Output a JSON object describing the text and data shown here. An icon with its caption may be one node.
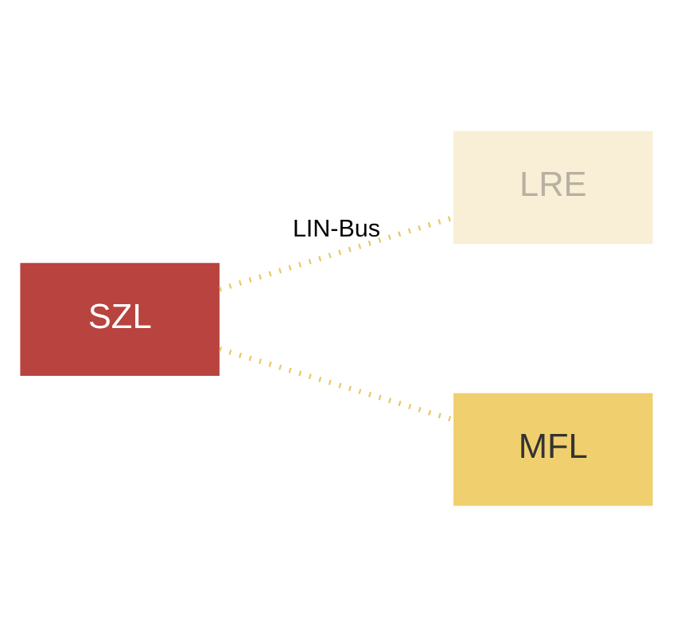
{
  "diagram": {
    "nodes": [
      {
        "text": [
          "LRE"
        ]
      },
      {
        "text": [
          "SZL"
        ]
      },
      {
        "text": [
          "MFL"
        ]
      }
    ],
    "edges": [
      {
        "from": 1,
        "to": 0,
        "arrow": "none",
        "style": "dashed",
        "label": "LIN-Bus"
      },
      {
        "from": 1,
        "to": 2,
        "arrow": "none",
        "style": "dashed"
      }
    ]
  }
}
